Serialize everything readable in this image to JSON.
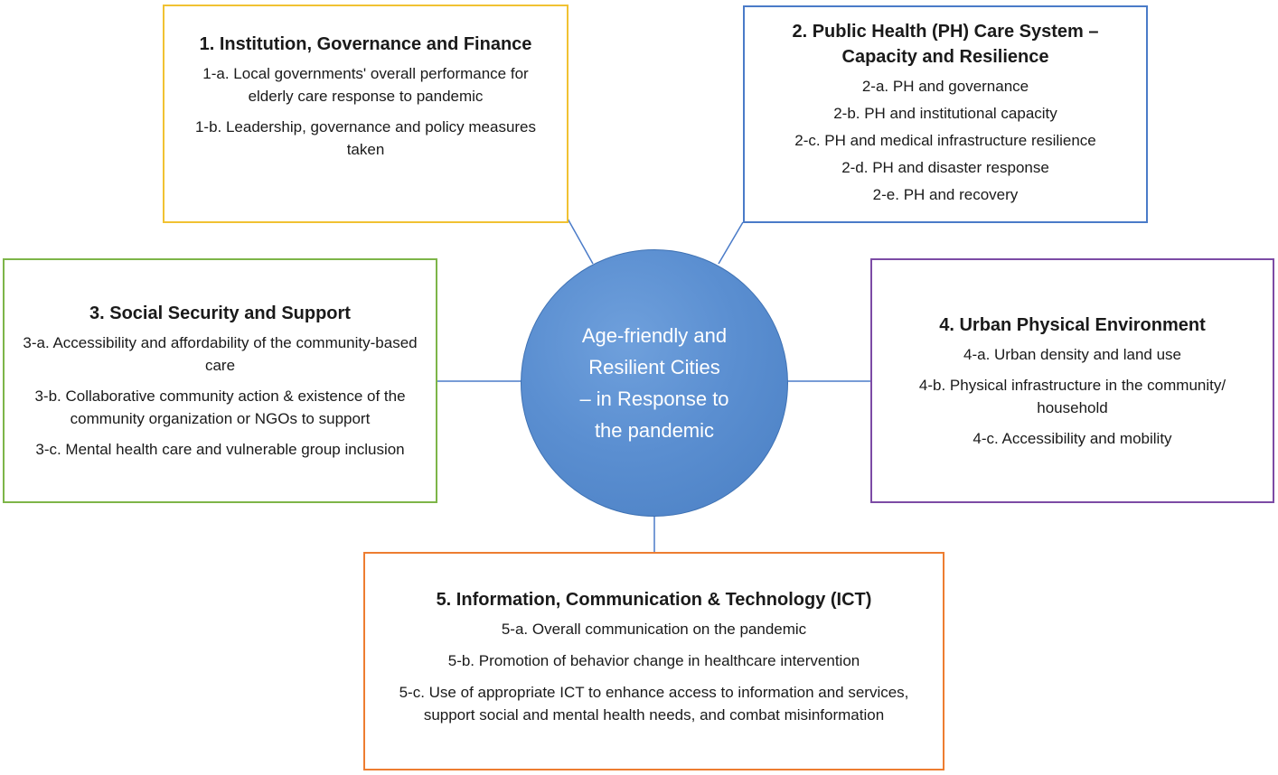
{
  "hub": {
    "text": "Age-friendly and\nResilient Cities\n–  in Response to\nthe pandemic"
  },
  "boxes": [
    {
      "title": "1. Institution, Governance and Finance",
      "items": [
        "1-a. Local governments' overall performance for elderly care response to pandemic",
        "1-b. Leadership, governance and policy measures taken"
      ]
    },
    {
      "title": "2. Public Health (PH) Care System – Capacity and Resilience",
      "items": [
        "2-a. PH and governance",
        "2-b. PH and institutional capacity",
        "2-c. PH and medical infrastructure resilience",
        "2-d. PH and disaster response",
        "2-e. PH and recovery"
      ]
    },
    {
      "title": "3. Social Security and Support",
      "items": [
        "3-a. Accessibility and affordability of the community-based care",
        "3-b. Collaborative community action & existence of the community organization or NGOs to support",
        "3-c. Mental health care and vulnerable group inclusion"
      ]
    },
    {
      "title": "4. Urban Physical Environment",
      "items": [
        "4-a. Urban density and land use",
        "4-b. Physical infrastructure in the community/ household",
        "4-c. Accessibility and mobility"
      ]
    },
    {
      "title": "5. Information, Communication & Technology (ICT)",
      "items": [
        "5-a. Overall communication on the pandemic",
        "5-b. Promotion of behavior change in healthcare intervention",
        "5-c. Use of appropriate ICT to enhance access to information and services, support social and mental health needs, and combat misinformation"
      ]
    }
  ],
  "colors": {
    "box1": "#f1c232",
    "box2": "#4a7bc8",
    "box3": "#7db548",
    "box4": "#7c4ba5",
    "box5": "#ed7d31",
    "hub": "#5b8fd1",
    "connector": "#4a7bc8"
  }
}
